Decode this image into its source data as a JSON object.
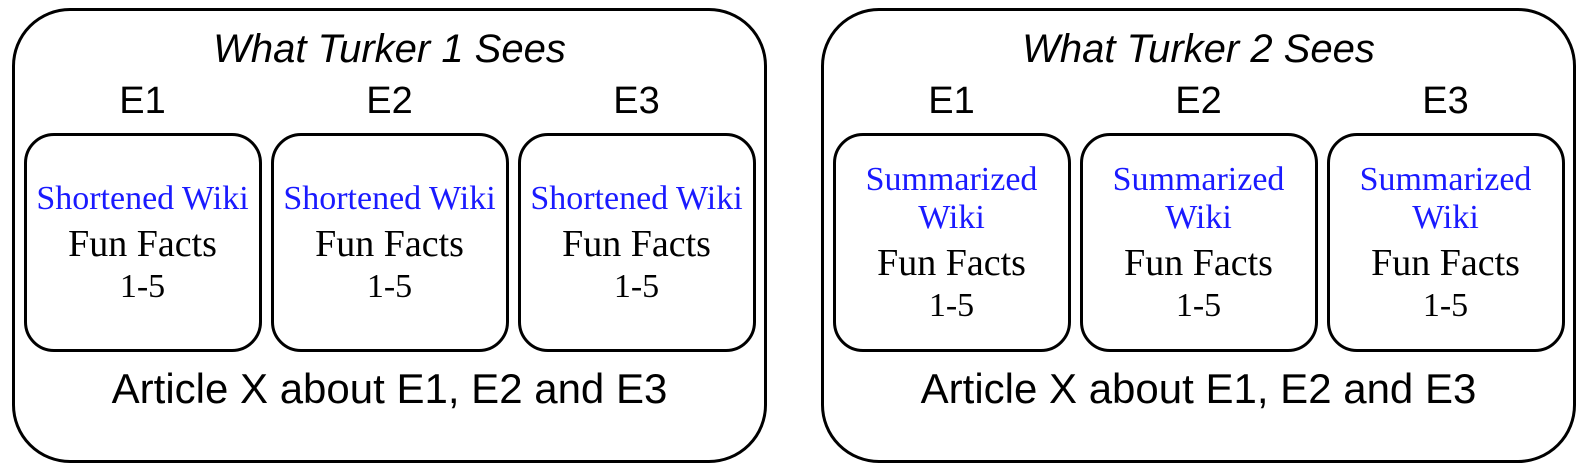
{
  "colors": {
    "background": "#ffffff",
    "border": "#000000",
    "text": "#000000",
    "wiki_text": "#1a1aff"
  },
  "panels": [
    {
      "title": "What Turker 1 Sees",
      "footer": "Article X about E1, E2 and E3",
      "columns": [
        {
          "entity": "E1",
          "box": {
            "wiki_label": "Shortened Wiki",
            "facts_label": "Fun Facts",
            "range_label": "1-5"
          }
        },
        {
          "entity": "E2",
          "box": {
            "wiki_label": "Shortened Wiki",
            "facts_label": "Fun Facts",
            "range_label": "1-5"
          }
        },
        {
          "entity": "E3",
          "box": {
            "wiki_label": "Shortened Wiki",
            "facts_label": "Fun Facts",
            "range_label": "1-5"
          }
        }
      ]
    },
    {
      "title": "What Turker 2 Sees",
      "footer": "Article X about E1, E2 and E3",
      "columns": [
        {
          "entity": "E1",
          "box": {
            "wiki_label": "Summarized Wiki",
            "facts_label": "Fun Facts",
            "range_label": "1-5"
          }
        },
        {
          "entity": "E2",
          "box": {
            "wiki_label": "Summarized Wiki",
            "facts_label": "Fun Facts",
            "range_label": "1-5"
          }
        },
        {
          "entity": "E3",
          "box": {
            "wiki_label": "Summarized Wiki",
            "facts_label": "Fun Facts",
            "range_label": "1-5"
          }
        }
      ]
    }
  ]
}
